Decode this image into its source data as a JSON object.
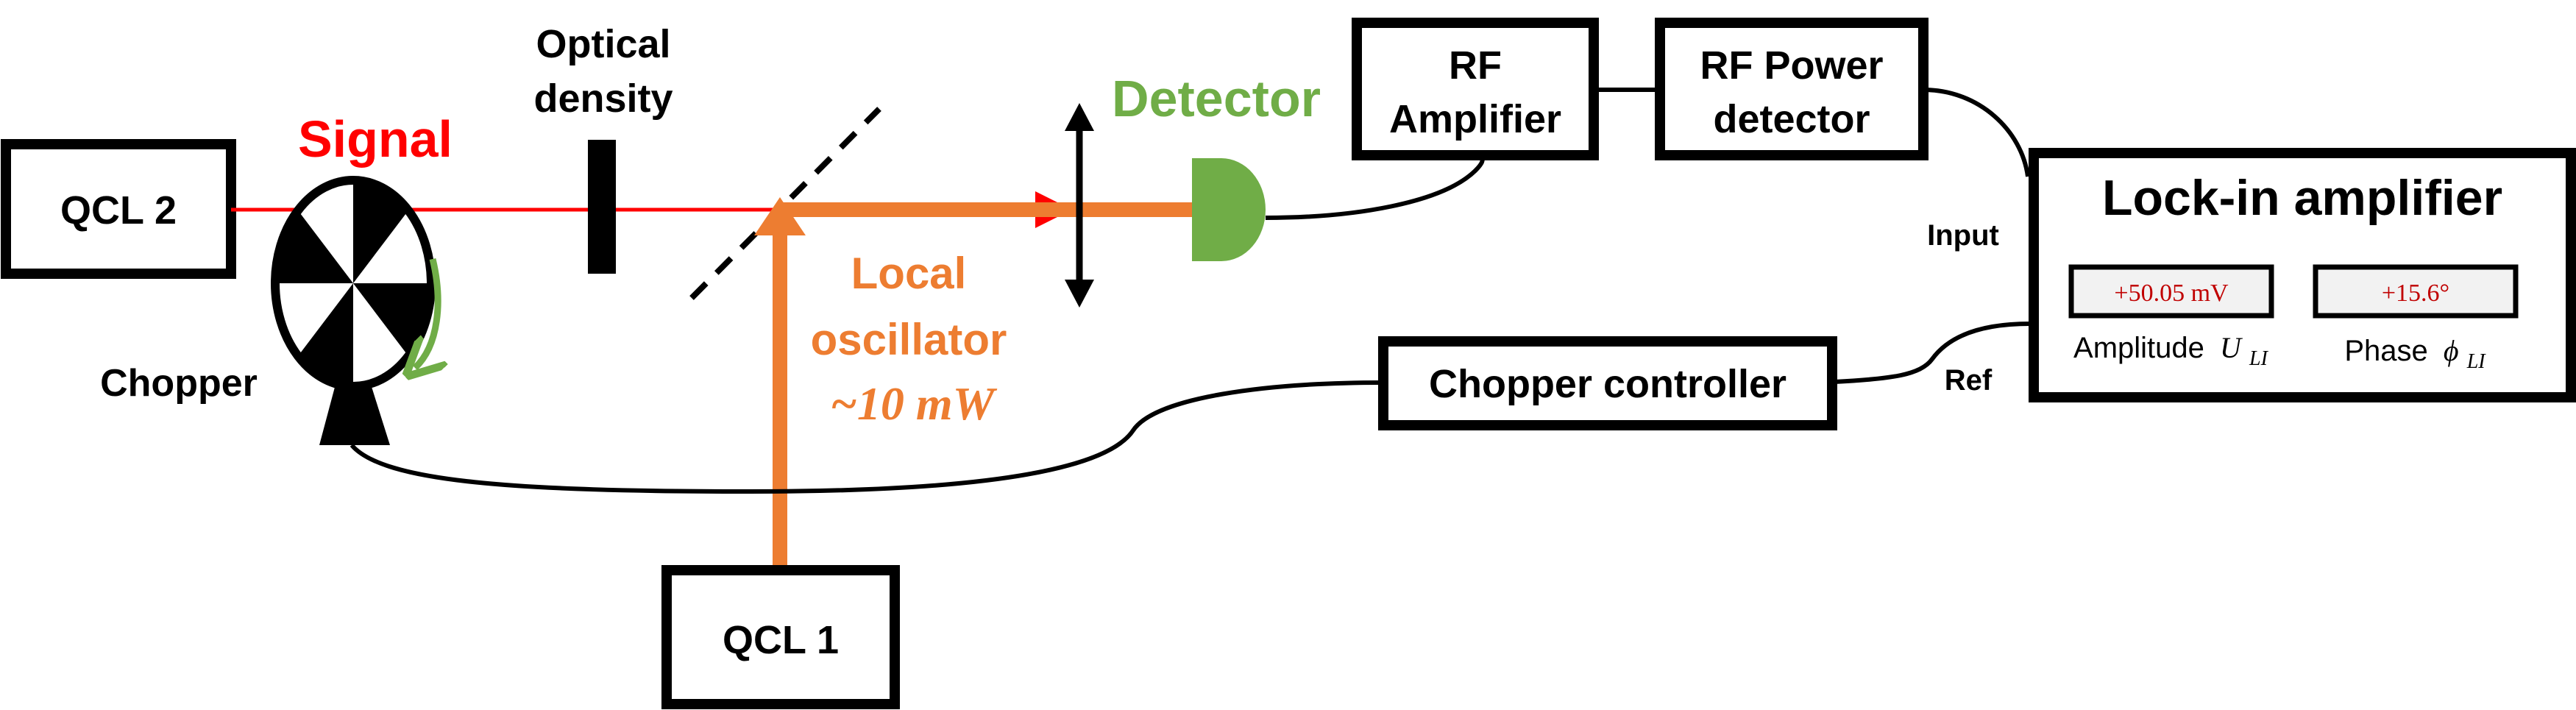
{
  "sources": {
    "qcl2": "QCL 2",
    "qcl1": "QCL 1"
  },
  "labels": {
    "signal": "Signal",
    "optical_density_line1": "Optical",
    "optical_density_line2": "density",
    "chopper": "Chopper",
    "local_oscillator_line1": "Local",
    "local_oscillator_line2": "oscillator",
    "local_oscillator_power": "~10 mW",
    "detector": "Detector",
    "input": "Input",
    "ref": "Ref"
  },
  "boxes": {
    "rf_amplifier_line1": "RF",
    "rf_amplifier_line2": "Amplifier",
    "rf_power_line1": "RF Power",
    "rf_power_line2": "detector",
    "chopper_controller": "Chopper controller"
  },
  "lockin": {
    "title": "Lock-in amplifier",
    "amplitude_value": "+50.05 mV",
    "phase_value": "+15.6°",
    "amplitude_caption": "Amplitude",
    "amplitude_symbol": "U",
    "amplitude_subscript": "LI",
    "phase_caption": "Phase",
    "phase_symbol": "ϕ",
    "phase_subscript": "LI"
  },
  "colors": {
    "signal_beam": "#ff0000",
    "lo_beam": "#ed7d31",
    "detector": "#70ad47",
    "chopper_arrow": "#70ad47",
    "display_text": "#c00000",
    "display_bg": "#f2f2f2",
    "lines": "#000000"
  }
}
